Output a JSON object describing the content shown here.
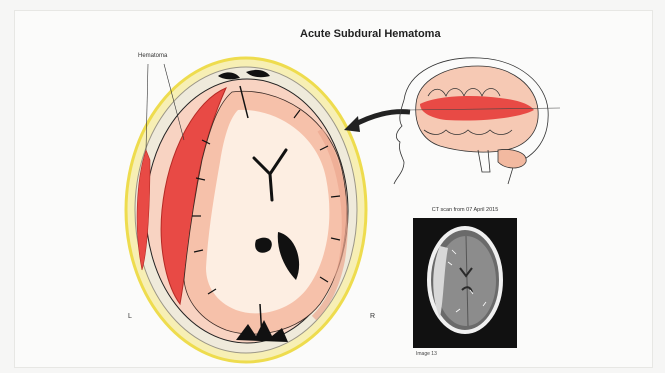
{
  "title": "Acute Subdural Hematoma",
  "labels": {
    "hematoma": "Hematoma",
    "left_marker": "L",
    "right_marker": "R"
  },
  "ct": {
    "caption": "CT scan from 07 April 2015",
    "image_label": "Image 13"
  },
  "colors": {
    "hematoma_red": "#e84a45",
    "brain_pink": "#f6c1aa",
    "white_matter": "#fdeee2",
    "skull": "#f2efe6",
    "scalp": "#f4e77c",
    "ct_background": "#111111"
  }
}
